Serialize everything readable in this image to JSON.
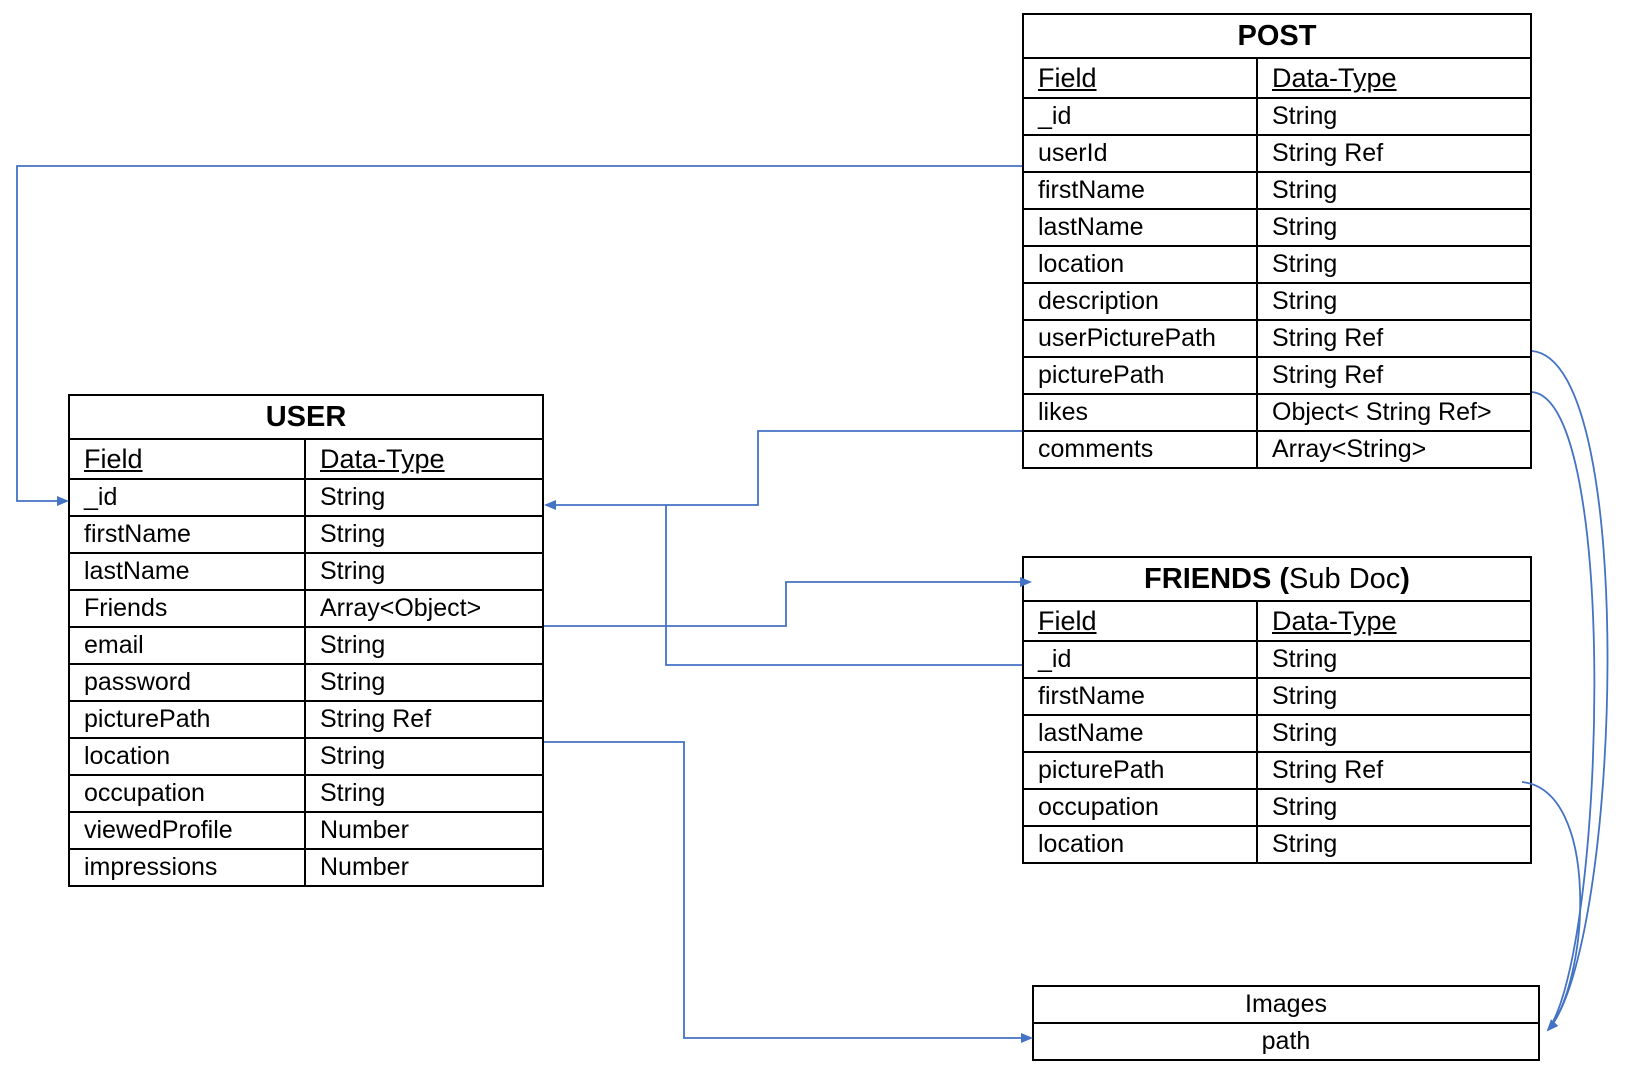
{
  "diagram": {
    "user": {
      "title": "USER",
      "header": {
        "field": "Field",
        "type": "Data-Type"
      },
      "rows": [
        {
          "field": "_id",
          "type": "String"
        },
        {
          "field": "firstName",
          "type": "String"
        },
        {
          "field": "lastName",
          "type": "String"
        },
        {
          "field": "Friends",
          "type": "Array<Object>"
        },
        {
          "field": "email",
          "type": "String"
        },
        {
          "field": "password",
          "type": "String"
        },
        {
          "field": "picturePath",
          "type": "String Ref"
        },
        {
          "field": "location",
          "type": "String"
        },
        {
          "field": "occupation",
          "type": "String"
        },
        {
          "field": "viewedProfile",
          "type": "Number"
        },
        {
          "field": "impressions",
          "type": "Number"
        }
      ]
    },
    "post": {
      "title": "POST",
      "header": {
        "field": "Field",
        "type": "Data-Type"
      },
      "rows": [
        {
          "field": "_id",
          "type": "String"
        },
        {
          "field": "userId",
          "type": "String Ref"
        },
        {
          "field": "firstName",
          "type": "String"
        },
        {
          "field": "lastName",
          "type": "String"
        },
        {
          "field": "location",
          "type": "String"
        },
        {
          "field": "description",
          "type": "String"
        },
        {
          "field": "userPicturePath",
          "type": "String Ref"
        },
        {
          "field": "picturePath",
          "type": "String Ref"
        },
        {
          "field": "likes",
          "type": "Object< String Ref>"
        },
        {
          "field": "comments",
          "type": "Array<String>"
        }
      ]
    },
    "friends": {
      "title": "FRIENDS (",
      "title_sub": "Sub Doc",
      "title_end": ")",
      "header": {
        "field": "Field",
        "type": "Data-Type"
      },
      "rows": [
        {
          "field": "_id",
          "type": "String"
        },
        {
          "field": "firstName",
          "type": "String"
        },
        {
          "field": "lastName",
          "type": "String"
        },
        {
          "field": "picturePath",
          "type": "String Ref"
        },
        {
          "field": "occupation",
          "type": "String"
        },
        {
          "field": "location",
          "type": "String"
        }
      ]
    },
    "images": {
      "title": "Images",
      "rows": [
        {
          "field": "path"
        }
      ]
    },
    "connector_color": "#4472C4"
  }
}
